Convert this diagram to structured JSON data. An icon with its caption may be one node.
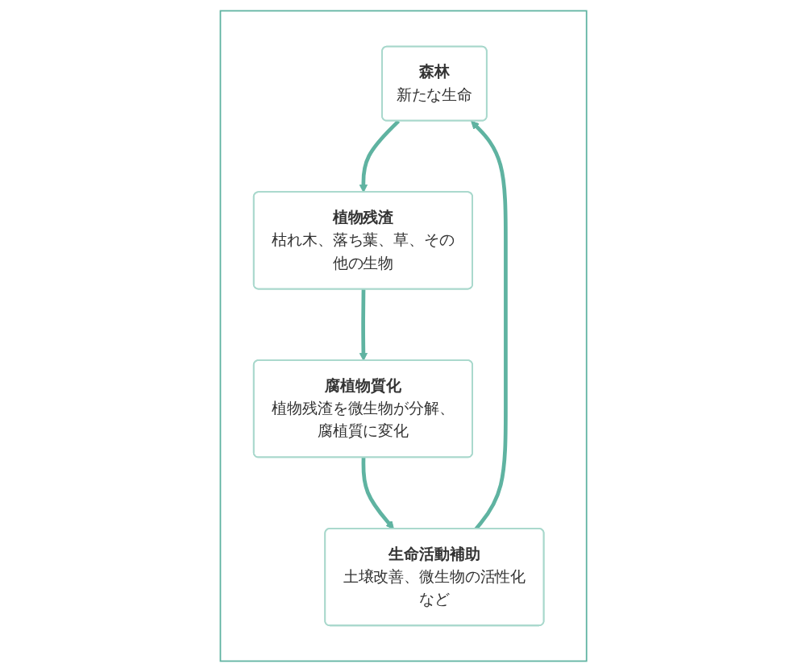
{
  "diagram": {
    "nodes": [
      {
        "text": [],
        "shape": "box"
      },
      {
        "text": [
          "森林",
          "新たな生命"
        ],
        "in": 0
      },
      {
        "text": [
          "植物残渣",
          "枯れ木、落ち葉、草、その他の生物"
        ],
        "in": 0
      },
      {
        "text": [
          "腐植物質化",
          "植物残渣を微生物が分解、腐植質に変化"
        ],
        "in": 0
      },
      {
        "text": [
          "生命活動補助",
          "土壌改善、微生物の活性化など"
        ],
        "in": 0
      }
    ],
    "edges": [
      {
        "from": 1,
        "to": 2,
        "arrow": "to"
      },
      {
        "from": 2,
        "to": 3,
        "arrow": "to"
      },
      {
        "from": 3,
        "to": 4,
        "arrow": "to"
      },
      {
        "from": 4,
        "to": 1,
        "arrow": "to"
      }
    ]
  }
}
